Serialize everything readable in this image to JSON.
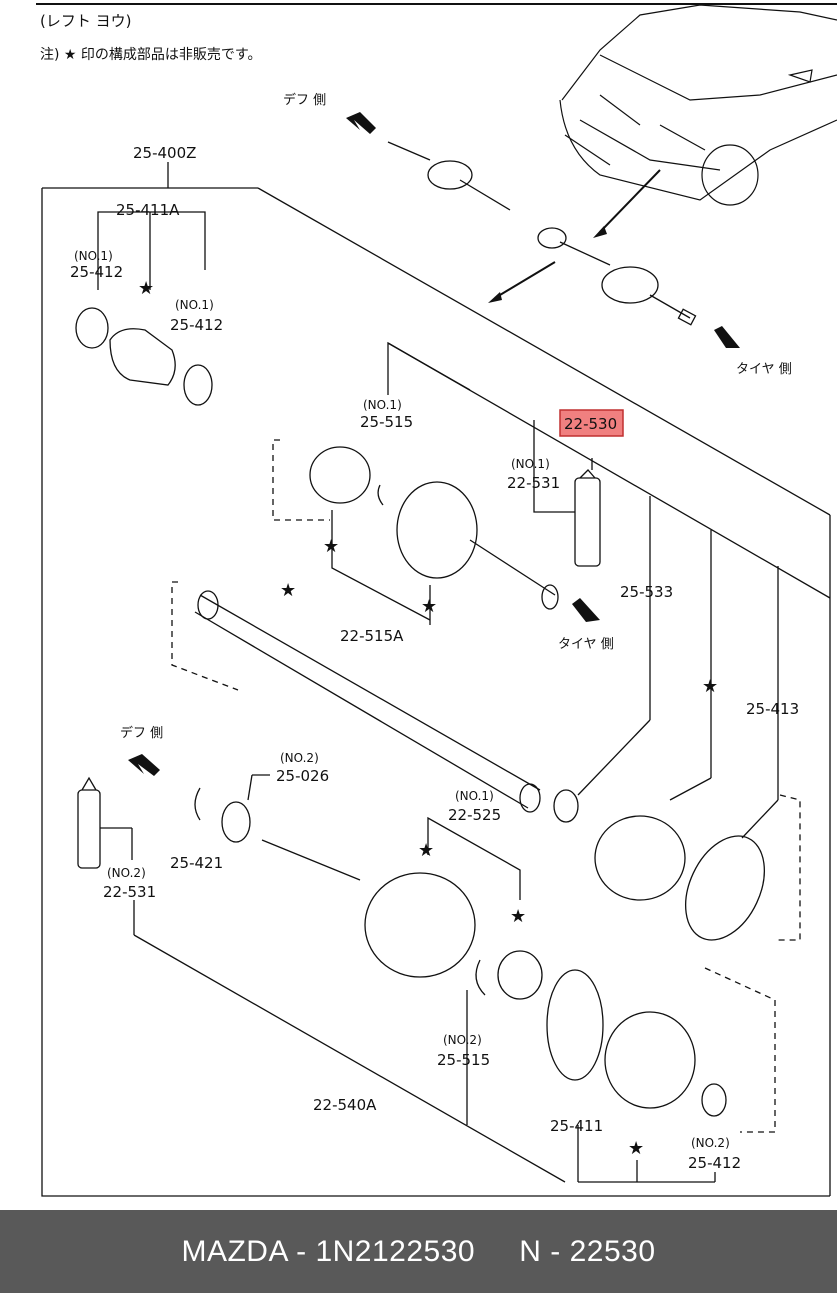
{
  "header": {
    "section": "(レフト ヨウ)",
    "note": "注) ★ 印の構成部品は非販売です。"
  },
  "direction_labels": {
    "diff_top": "デフ 側",
    "tire_top": "タイヤ 側",
    "tire_mid": "タイヤ 側",
    "diff_bottom": "デフ 側"
  },
  "callouts": {
    "assembly": "25-400Z",
    "boot_kit_outer": "25-411A",
    "no1_a": "(NO.1)",
    "clamp_a": "25-412",
    "no1_b": "(NO.1)",
    "clamp_b": "25-412",
    "no1_c": "(NO.1)",
    "snap_ring_1": "25-515",
    "highlight": "22-530",
    "no1_d": "(NO.1)",
    "grease_1": "22-531",
    "joint_outer_kit": "22-515A",
    "boot_clamp": "25-533",
    "band_a": "25-413",
    "no2_a": "(NO.2)",
    "dust_seal": "25-026",
    "no1_e": "(NO.1)",
    "bearing_ring": "22-525",
    "clip": "25-421",
    "no2_b": "(NO.2)",
    "grease_2": "22-531",
    "no2_c": "(NO.2)",
    "snap_ring_2": "25-515",
    "joint_inner_kit": "22-540A",
    "boot_inner": "25-411",
    "no2_d": "(NO.2)",
    "clamp_c": "25-412"
  },
  "star": "★",
  "footer": {
    "text": "MAZDA - 1N2122530     N - 22530"
  },
  "colors": {
    "highlight_fill": "#f08080",
    "footer_bg": "#595959",
    "footer_text": "#ffffff"
  }
}
